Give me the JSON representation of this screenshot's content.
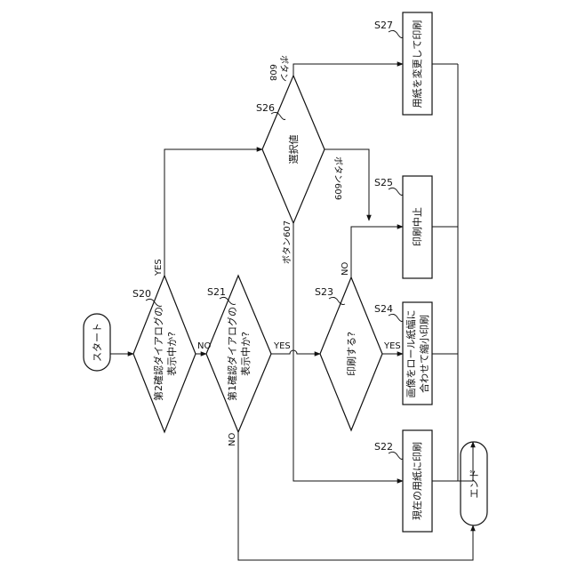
{
  "flowchart": {
    "terminals": {
      "start": "スタート",
      "end": "エンド"
    },
    "decisions": {
      "s20": {
        "step": "S20",
        "line1": "第2確認ダイアログの",
        "line2": "表示中か?"
      },
      "s21": {
        "step": "S21",
        "line1": "第1確認ダイアログの",
        "line2": "表示中か?"
      },
      "s23": {
        "step": "S23",
        "text": "印刷する?"
      },
      "s26": {
        "step": "S26",
        "text": "選択値"
      }
    },
    "processes": {
      "s22": {
        "step": "S22",
        "text": "現在の用紙に印刷"
      },
      "s24": {
        "step": "S24",
        "line1": "画像をロール紙幅に",
        "line2": "合わせて縮小印刷"
      },
      "s25": {
        "step": "S25",
        "text": "印刷中止"
      },
      "s27": {
        "step": "S27",
        "text": "用紙を変更して印刷"
      }
    },
    "branches": {
      "s20_yes": "YES",
      "s20_no": "NO",
      "s21_yes": "YES",
      "s21_no": "NO",
      "s23_yes": "YES",
      "s23_no": "NO",
      "s26_b608_line1": "ボタン",
      "s26_b608_line2": "608",
      "s26_b609": "ボタン609",
      "s26_b607": "ボタン607"
    }
  }
}
